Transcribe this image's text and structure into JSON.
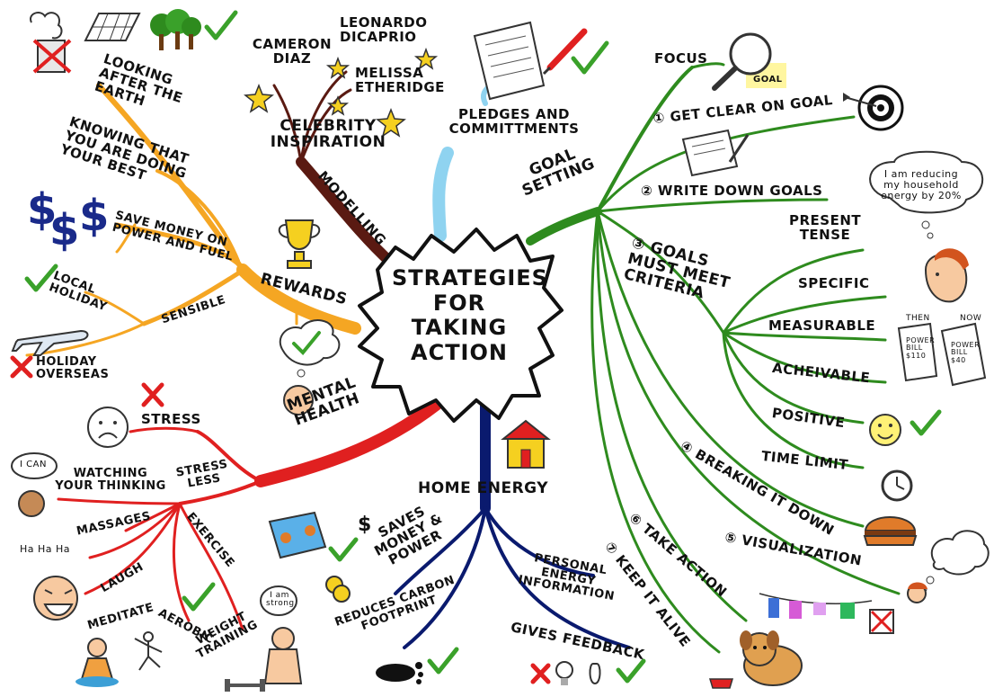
{
  "center": {
    "line1": "STRATEGIES",
    "line2": "FOR",
    "line3": "TAKING",
    "line4": "ACTION"
  },
  "branches": {
    "looking_after_earth": "LOOKING AFTER THE EARTH",
    "knowing_best": "KNOWING THAT YOU ARE DOING YOUR BEST",
    "save_money": "SAVE MONEY ON POWER AND FUEL",
    "local_holiday": "LOCAL HOLIDAY",
    "sensible": "SENSIBLE",
    "holiday_overseas": "HOLIDAY OVERSEAS",
    "rewards": "REWARDS",
    "cameron": "CAMERON DIAZ",
    "leonardo": "LEONARDO DICAPRIO",
    "melissa": "MELISSA ETHERIDGE",
    "celebrity": "CELEBRITY INSPIRATION",
    "modelling": "MODELLING",
    "pledges": "PLEDGES AND COMMITTMENTS",
    "goal_setting": "GOAL SETTING",
    "focus": "FOCUS",
    "goal_label": "GOAL",
    "get_clear": "① GET CLEAR ON GOAL",
    "write_down": "② WRITE DOWN GOALS",
    "criteria": "③ GOALS MUST MEET CRITERIA",
    "present_tense": "PRESENT TENSE",
    "specific": "SPECIFIC",
    "measurable": "MEASURABLE",
    "acheivable": "ACHEIVABLE",
    "positive": "POSITIVE",
    "time_limit": "TIME LIMIT",
    "breaking": "④ BREAKING IT DOWN",
    "visualization": "⑤ VISUALIZATION",
    "take_action": "⑥ TAKE ACTION",
    "keep_alive": "⑦ KEEP IT ALIVE",
    "speech_reducing": "I am reducing my household energy by 20%",
    "then": "THEN",
    "now": "NOW",
    "bill_then": "POWER BILL $110",
    "bill_now": "POWER BILL $40",
    "mental_health": "MENTAL HEALTH",
    "stress": "STRESS",
    "stress_less": "STRESS LESS",
    "watching": "WATCHING YOUR THINKING",
    "i_can": "I CAN",
    "massages": "MASSAGES",
    "exercise": "EXERCISE",
    "laugh": "LAUGH",
    "ha_ha": "Ha Ha Ha",
    "meditate": "MEDITATE",
    "aerobic": "AEROBIC",
    "weight_training": "WEIGHT TRAINING",
    "i_am_strong": "I am strong",
    "home_energy": "HOME ENERGY",
    "saves_money": "SAVES MONEY & POWER",
    "dollar": "$",
    "personal_energy": "PERSONAL ENERGY INFORMATION",
    "reduces": "REDUCES CARBON FOOTPRINT",
    "gives_feedback": "GIVES FEEDBACK"
  },
  "colors": {
    "orange": "#f5a623",
    "maroon": "#5a1a12",
    "skyblue": "#8fd3f0",
    "green": "#2e8b1e",
    "red": "#e02020",
    "navy": "#0a1a6e",
    "check": "#3aa12a"
  },
  "icons": [
    "factory-icon",
    "solar-panel-icon",
    "trees-icon",
    "check-icon",
    "star-icon",
    "trophy-icon",
    "dollar-sign-icon",
    "airplane-icon",
    "cross-icon",
    "pledge-sheet-icon",
    "pencil-icon",
    "magnifier-icon",
    "target-icon",
    "notepad-icon",
    "person-icon",
    "power-bill-icon",
    "smiley-icon",
    "clock-icon",
    "burger-icon",
    "thought-bubble-icon",
    "clothesline-icon",
    "dog-icon",
    "sad-face-icon",
    "laughing-face-icon",
    "meditating-person-icon",
    "strong-man-icon",
    "house-icon",
    "money-icon",
    "coins-icon",
    "footprint-icon",
    "bulb-icon"
  ]
}
